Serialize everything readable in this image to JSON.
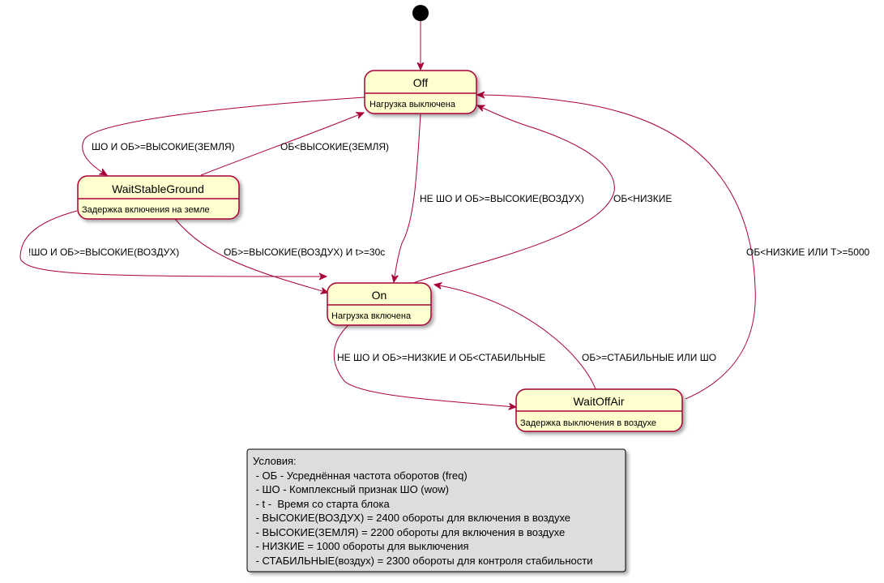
{
  "states": {
    "off": {
      "name": "Off",
      "description": "Нагрузка выключена"
    },
    "wait_stable_ground": {
      "name": "WaitStableGround",
      "description": "Задержка включения на земле"
    },
    "on": {
      "name": "On",
      "description": "Нагрузка включена"
    },
    "wait_off_air": {
      "name": "WaitOffAir",
      "description": "Задержка выключения в воздухе"
    }
  },
  "transitions": {
    "off_to_wsg": "ШО И ОБ>=ВЫСОКИЕ(ЗЕМЛЯ)",
    "wsg_to_off": "ОБ<ВЫСОКИЕ(ЗЕМЛЯ)",
    "off_to_on": "НЕ ШО И ОБ>=ВЫСОКИЕ(ВОЗДУХ)",
    "on_to_off": "ОБ<НИЗКИЕ",
    "woa_to_off": "ОБ<НИЗКИЕ ИЛИ T>=5000",
    "wsg_to_on_air": "!ШО И ОБ>=ВЫСОКИЕ(ВОЗДУХ)",
    "wsg_to_on_time": "ОБ>=ВЫСОКИЕ(ВОЗДУХ) И t>=30c",
    "on_to_woa": "НЕ ШО И ОБ>=НИЗКИЕ И ОБ<СТАБИЛЬНЫЕ",
    "woa_to_on": "ОБ>=СТАБИЛЬНЫЕ ИЛИ ШО"
  },
  "legend": {
    "lines": [
      "Условия:",
      " - ОБ - Усреднённая частота оборотов (freq)",
      " - ШО - Комплексный признак ШО (wow)",
      " - t -  Время со старта блока",
      " - ВЫСОКИЕ(ВОЗДУХ) = 2400 обороты для включения в воздухе",
      " - ВЫСОКИЕ(ЗЕМЛЯ) = 2200 обороты для включения в воздухе",
      " - НИЗКИЕ = 1000 обороты для выключения",
      " - СТАБИЛЬНЫЕ(воздух) = 2300 обороты для контроля стабильности"
    ]
  },
  "colors": {
    "state_fill": "#FEFECE",
    "border": "#A80036",
    "note_fill": "#DDDDDD"
  }
}
